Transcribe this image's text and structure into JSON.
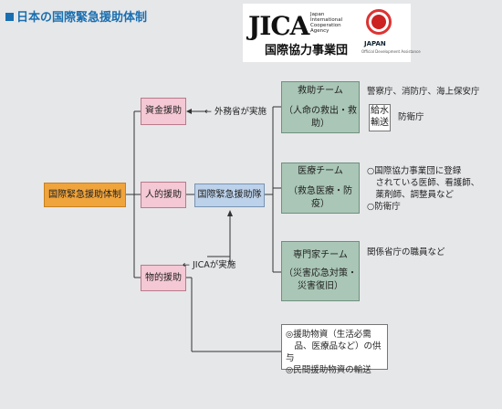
{
  "title": "日本の国際緊急援助体制",
  "logo": {
    "jica_mark": "JICA",
    "jica_en": [
      "Japan",
      "International",
      "Cooperation",
      "Agency"
    ],
    "jica_jp": "国際協力事業団",
    "japan": "JAPAN",
    "japan_small": "Official Development Assistance"
  },
  "diagram": {
    "main": "国際緊急援助体制",
    "aid_money": "資金援助",
    "aid_people": "人的援助",
    "aid_goods": "物的援助",
    "team": "国際緊急援助隊",
    "mofa_note": "外務省が実施",
    "jica_note": "JICAが実施",
    "rescue": {
      "title": "救助チーム",
      "sub": "（人命の救出・救助）"
    },
    "medical": {
      "title": "医療チーム",
      "sub": "（救急医療・防疫）"
    },
    "expert": {
      "title": "専門家チーム",
      "sub1": "（災害応急対策・",
      "sub2": "災害復旧）"
    },
    "rescue_agencies": "警察庁、消防庁、海上保安庁",
    "water_1": "給水",
    "water_2": "輸送",
    "sdf": "防衛庁",
    "medical_notes": [
      "○国際協力事業団に登録",
      "　されている医師、看護師、",
      "　薬剤師、調整員など",
      "○防衛庁"
    ],
    "expert_note": "関係省庁の職員など",
    "goods_notes": [
      "◎援助物資（生活必需",
      "　品、医療品など）の供与",
      "◎民間援助物資の輸送"
    ]
  }
}
